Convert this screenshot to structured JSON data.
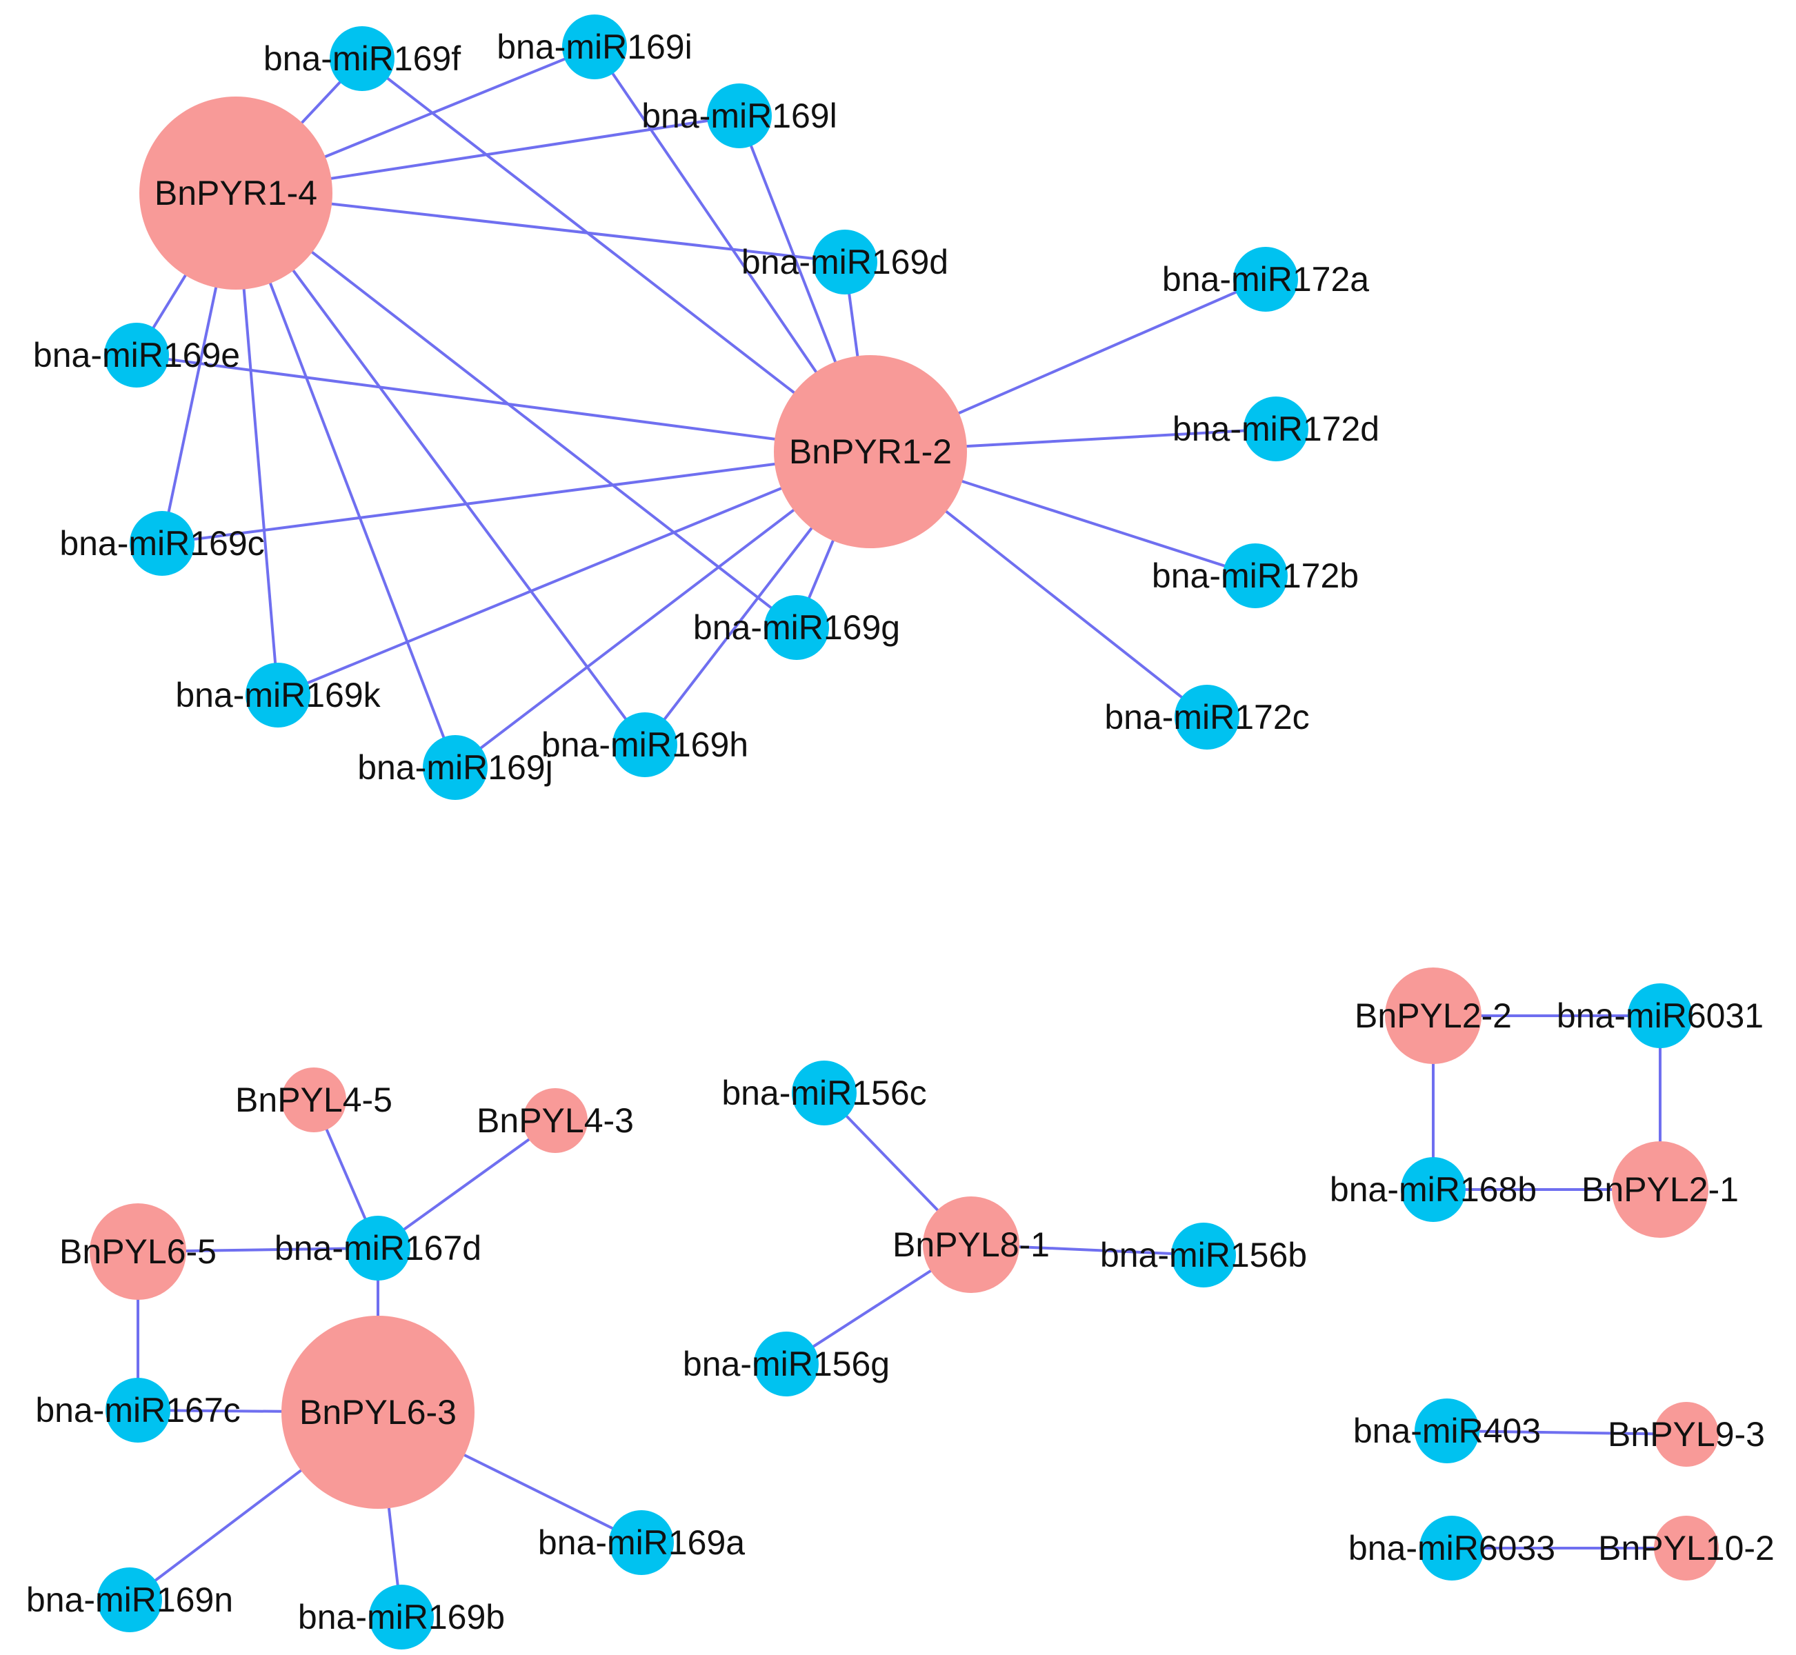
{
  "colors": {
    "gene": "#f89a98",
    "mirna": "#00c2f0",
    "edge": "#6f6ff0"
  },
  "nodes": [
    {
      "id": "BnPYR1-4",
      "label": "BnPYR1-4",
      "type": "gene",
      "size": "large"
    },
    {
      "id": "BnPYR1-2",
      "label": "BnPYR1-2",
      "type": "gene",
      "size": "large"
    },
    {
      "id": "miR169f",
      "label": "bna-miR169f",
      "type": "mirna",
      "size": "small"
    },
    {
      "id": "miR169i",
      "label": "bna-miR169i",
      "type": "mirna",
      "size": "small"
    },
    {
      "id": "miR169l",
      "label": "bna-miR169l",
      "type": "mirna",
      "size": "small"
    },
    {
      "id": "miR169d",
      "label": "bna-miR169d",
      "type": "mirna",
      "size": "small"
    },
    {
      "id": "miR169e",
      "label": "bna-miR169e",
      "type": "mirna",
      "size": "small"
    },
    {
      "id": "miR169c",
      "label": "bna-miR169c",
      "type": "mirna",
      "size": "small"
    },
    {
      "id": "miR169k",
      "label": "bna-miR169k",
      "type": "mirna",
      "size": "small"
    },
    {
      "id": "miR169j",
      "label": "bna-miR169j",
      "type": "mirna",
      "size": "small"
    },
    {
      "id": "miR169h",
      "label": "bna-miR169h",
      "type": "mirna",
      "size": "small"
    },
    {
      "id": "miR169g",
      "label": "bna-miR169g",
      "type": "mirna",
      "size": "small"
    },
    {
      "id": "miR172a",
      "label": "bna-miR172a",
      "type": "mirna",
      "size": "small"
    },
    {
      "id": "miR172d",
      "label": "bna-miR172d",
      "type": "mirna",
      "size": "small"
    },
    {
      "id": "miR172b",
      "label": "bna-miR172b",
      "type": "mirna",
      "size": "small"
    },
    {
      "id": "miR172c",
      "label": "bna-miR172c",
      "type": "mirna",
      "size": "small"
    },
    {
      "id": "BnPYL4-5",
      "label": "BnPYL4-5",
      "type": "gene",
      "size": "small"
    },
    {
      "id": "BnPYL4-3",
      "label": "BnPYL4-3",
      "type": "gene",
      "size": "small"
    },
    {
      "id": "BnPYL6-5",
      "label": "BnPYL6-5",
      "type": "gene",
      "size": "medium"
    },
    {
      "id": "miR167d",
      "label": "bna-miR167d",
      "type": "mirna",
      "size": "small"
    },
    {
      "id": "miR167c",
      "label": "bna-miR167c",
      "type": "mirna",
      "size": "small"
    },
    {
      "id": "BnPYL6-3",
      "label": "BnPYL6-3",
      "type": "gene",
      "size": "large"
    },
    {
      "id": "miR169a",
      "label": "bna-miR169a",
      "type": "mirna",
      "size": "small"
    },
    {
      "id": "miR169n",
      "label": "bna-miR169n",
      "type": "mirna",
      "size": "small"
    },
    {
      "id": "miR169b",
      "label": "bna-miR169b",
      "type": "mirna",
      "size": "small"
    },
    {
      "id": "miR156c",
      "label": "bna-miR156c",
      "type": "mirna",
      "size": "small"
    },
    {
      "id": "BnPYL8-1",
      "label": "BnPYL8-1",
      "type": "gene",
      "size": "medium"
    },
    {
      "id": "miR156b",
      "label": "bna-miR156b",
      "type": "mirna",
      "size": "small"
    },
    {
      "id": "miR156g",
      "label": "bna-miR156g",
      "type": "mirna",
      "size": "small"
    },
    {
      "id": "BnPYL2-2",
      "label": "BnPYL2-2",
      "type": "gene",
      "size": "medium"
    },
    {
      "id": "miR6031",
      "label": "bna-miR6031",
      "type": "mirna",
      "size": "small"
    },
    {
      "id": "miR168b",
      "label": "bna-miR168b",
      "type": "mirna",
      "size": "small"
    },
    {
      "id": "BnPYL2-1",
      "label": "BnPYL2-1",
      "type": "gene",
      "size": "medium"
    },
    {
      "id": "miR403",
      "label": "bna-miR403",
      "type": "mirna",
      "size": "small"
    },
    {
      "id": "BnPYL9-3",
      "label": "BnPYL9-3",
      "type": "gene",
      "size": "small"
    },
    {
      "id": "miR6033",
      "label": "bna-miR6033",
      "type": "mirna",
      "size": "small"
    },
    {
      "id": "BnPYL10-2",
      "label": "BnPYL10-2",
      "type": "gene",
      "size": "small"
    }
  ],
  "edges": [
    [
      "BnPYR1-4",
      "miR169f"
    ],
    [
      "BnPYR1-4",
      "miR169i"
    ],
    [
      "BnPYR1-4",
      "miR169l"
    ],
    [
      "BnPYR1-4",
      "miR169d"
    ],
    [
      "BnPYR1-4",
      "miR169e"
    ],
    [
      "BnPYR1-4",
      "miR169c"
    ],
    [
      "BnPYR1-4",
      "miR169k"
    ],
    [
      "BnPYR1-4",
      "miR169j"
    ],
    [
      "BnPYR1-4",
      "miR169h"
    ],
    [
      "BnPYR1-4",
      "miR169g"
    ],
    [
      "BnPYR1-2",
      "miR169f"
    ],
    [
      "BnPYR1-2",
      "miR169i"
    ],
    [
      "BnPYR1-2",
      "miR169l"
    ],
    [
      "BnPYR1-2",
      "miR169d"
    ],
    [
      "BnPYR1-2",
      "miR169e"
    ],
    [
      "BnPYR1-2",
      "miR169c"
    ],
    [
      "BnPYR1-2",
      "miR169k"
    ],
    [
      "BnPYR1-2",
      "miR169j"
    ],
    [
      "BnPYR1-2",
      "miR169h"
    ],
    [
      "BnPYR1-2",
      "miR169g"
    ],
    [
      "BnPYR1-2",
      "miR172a"
    ],
    [
      "BnPYR1-2",
      "miR172d"
    ],
    [
      "BnPYR1-2",
      "miR172b"
    ],
    [
      "BnPYR1-2",
      "miR172c"
    ],
    [
      "BnPYL4-5",
      "miR167d"
    ],
    [
      "BnPYL4-3",
      "miR167d"
    ],
    [
      "BnPYL6-5",
      "miR167d"
    ],
    [
      "BnPYL6-3",
      "miR167d"
    ],
    [
      "BnPYL6-5",
      "miR167c"
    ],
    [
      "BnPYL6-3",
      "miR167c"
    ],
    [
      "BnPYL6-3",
      "miR169a"
    ],
    [
      "BnPYL6-3",
      "miR169n"
    ],
    [
      "BnPYL6-3",
      "miR169b"
    ],
    [
      "BnPYL8-1",
      "miR156c"
    ],
    [
      "BnPYL8-1",
      "miR156b"
    ],
    [
      "BnPYL8-1",
      "miR156g"
    ],
    [
      "BnPYL2-2",
      "miR6031"
    ],
    [
      "BnPYL2-2",
      "miR168b"
    ],
    [
      "BnPYL2-1",
      "miR6031"
    ],
    [
      "BnPYL2-1",
      "miR168b"
    ],
    [
      "miR403",
      "BnPYL9-3"
    ],
    [
      "miR6033",
      "BnPYL10-2"
    ]
  ]
}
